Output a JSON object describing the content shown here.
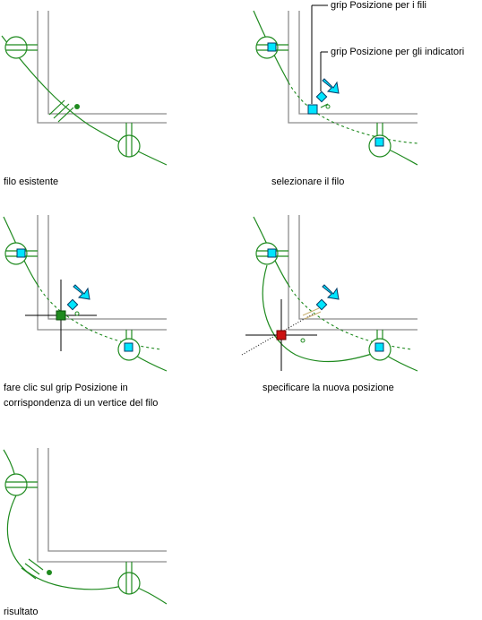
{
  "steps": [
    {
      "caption": "filo esistente"
    },
    {
      "caption": "selezionare il filo"
    },
    {
      "caption_line1": "fare clic sul grip Posizione in",
      "caption_line2": "corrispondenza di un vertice del filo"
    },
    {
      "caption": "specificare la nuova posizione"
    },
    {
      "caption": "risultato"
    }
  ],
  "callouts": {
    "wire_grips": "grip Posizione per i fili",
    "indicator_grips": "grip Posizione per gli indicatori"
  },
  "colors": {
    "wall": "#8c8c8c",
    "wire": "#1f8a1f",
    "grip": "#00e5ff",
    "selected_grip": "#1f8a1f",
    "active_grip": "#cc1111"
  }
}
